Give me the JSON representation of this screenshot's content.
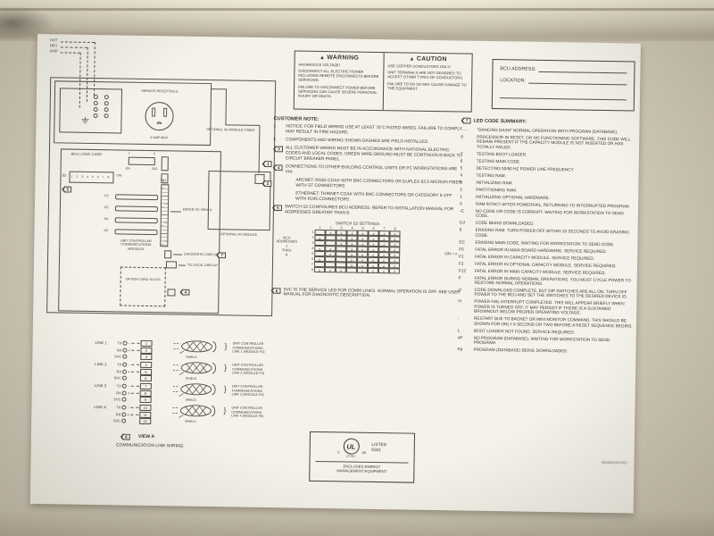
{
  "part_number": "X50000203 R03",
  "warning": {
    "icon_glyph": "▲",
    "title": "WARNING",
    "lines": [
      "HAZARDOUS VOLTAGE!",
      "DISCONNECT ALL ELECTRIC POWER INCLUDING REMOTE DISCONNECTS BEFORE SERVICING.",
      "FAILURE TO DISCONNECT POWER BEFORE SERVICING CAN CAUSE SEVERE PERSONAL INJURY OR DEATH."
    ]
  },
  "caution": {
    "icon_glyph": "▲",
    "title": "CAUTION",
    "lines": [
      "USE COPPER CONDUCTORS ONLY!",
      "UNIT TERMINALS ARE NOT DESIGNED TO ACCEPT OTHER TYPES OF CONDUCTORS.",
      "FAILURE TO DO SO MAY CAUSE DAMAGE TO THE EQUIPMENT."
    ]
  },
  "address_box": {
    "bcu_label": "BCU ADDRESS:",
    "location_label": "LOCATION:"
  },
  "diagram": {
    "hot": "HOT",
    "neu": "NEU",
    "gnd": "GND",
    "service_receptacle": "SERVICE RECEPTACLE",
    "amp_max": "4 AMP MAX",
    "io_cable": "OPTIONAL I/O MODULE CABLE",
    "io_module": "OPTIONAL I/O MODULE",
    "logic_card": "BCU LOGIC CARD",
    "s1": {
      "d1": "1",
      "d6": "6",
      "on": "ON",
      "off": "OFF"
    },
    "s2": {
      "name": "S2",
      "digits": "1 2 3 4 5 6 7 8",
      "on": "↑ON"
    },
    "p2": "P2",
    "p3": "P3",
    "p4": "P4",
    "p5": "P5",
    "modules_caption": "UNIT CONTROLLER COMMUNICATIONS MODULES",
    "tb2": "TB2",
    "refer": "REFER TO VIEW A",
    "diag_display": "DIAGNOSTIC DISPLAY",
    "local_display": "TO LOCAL DISPLAY",
    "option_slots": "OPTION CARD SLOTS",
    "markers": {
      "m1": "1",
      "m2": "2",
      "m4": "4",
      "m5": "5",
      "m7": "7"
    }
  },
  "customer_note": {
    "title": "CUSTOMER NOTE:",
    "note1_num": "1.",
    "note1": "NOTICE: FOR FIELD WIRING USE AT LEAST 75°C RATED WIRES. FAILURE TO COMPLY MAY RESULT IN FIRE HAZARD.",
    "note2_num": "2.",
    "note2": "COMPONENTS AND WIRING SHOWN DASHED ARE FIELD INSTALLED.",
    "note3_num": "3",
    "note3": "ALL CUSTOMER WIRING MUST BE IN ACCORDANCE WITH NATIONAL ELECTRIC CODES AND LOCAL CODES. GREEN WIRE GROUND MUST BE CONTINUOUS BACK TO CIRCUIT BREAKER PANEL.",
    "note4_num": "4",
    "note4": "CONNECTIONS TO OTHER BUILDING CONTROL UNITS OR PC WORKSTATIONS ARE VIA:",
    "arcnet": "ARCNET: RG62 COAX WITH BNC CONNECTORS OR DUPLEX 62.5 MICRON FIBER WITH ST CONNECTORS",
    "ethernet": "ETHERNET: THINNET COAX WITH BNC CONNECTORS OR CATEGORY 5 UTP WITH RJ45 CONNECTORS",
    "note5_num": "5",
    "note5": "SWITCH S2 CONFIGURES BCU ADDRESS. REFER TO INSTALLATION MANUAL FOR ADDRESSES GREATER THAN 8.",
    "note6_num": "6",
    "note6": "SVC IS THE SERVICE LED FOR COMM LINKS. NORMAL OPERATION IS OFF. SEE USER MANUAL FOR DIAGNOSTIC DESCRIPTION.",
    "switch_table": {
      "title": "SWITCH S2 SETTINGS",
      "cols": [
        "1",
        "2",
        "3",
        "4",
        "5",
        "6",
        "7",
        "8"
      ],
      "side_label": [
        "BCU",
        "ADDRESSES",
        "1",
        "THRU",
        "8"
      ],
      "on_note": "ON = x",
      "rows": [
        [
          "1",
          "",
          "x",
          "x",
          "x",
          "x",
          "x",
          "x",
          "x"
        ],
        [
          "2",
          "x",
          "",
          "x",
          "x",
          "x",
          "x",
          "x",
          "x"
        ],
        [
          "3",
          "",
          "",
          "x",
          "x",
          "x",
          "x",
          "x",
          "x"
        ],
        [
          "4",
          "x",
          "x",
          "",
          "x",
          "x",
          "x",
          "x",
          "x"
        ],
        [
          "5",
          "",
          "x",
          "",
          "x",
          "x",
          "x",
          "x",
          "x"
        ],
        [
          "6",
          "x",
          "",
          "",
          "x",
          "x",
          "x",
          "x",
          "x"
        ],
        [
          "7",
          "",
          "",
          "",
          "x",
          "x",
          "x",
          "x",
          "x"
        ],
        [
          "8",
          "x",
          "x",
          "x",
          "",
          "x",
          "x",
          "x",
          "x"
        ]
      ]
    }
  },
  "led_summary": {
    "marker": "7",
    "title": "LED CODE SUMMARY:",
    "entries": [
      {
        "code": "- - -",
        "text": "\"DANCING DASH\" NORMAL OPERATION WITH PROGRAM (DATABASE)."
      },
      {
        "code": "8",
        "text": "PROCESSOR IN RESET, OR NO FUNCTIONING SOFTWARE. THIS CODE WILL REMAIN PRESENT IF THE CAPACITY MODULE IS NOT INSERTED OR HAS TOTALLY FAILED."
      },
      {
        "code": "7",
        "text": "TESTING BOOT LOADER."
      },
      {
        "code": "6",
        "text": "TESTING MAIN CODE."
      },
      {
        "code": "5",
        "text": "DETECTING 50/60 HZ POWER LINE FREQUENCY."
      },
      {
        "code": "4",
        "text": "TESTING RAM."
      },
      {
        "code": "3",
        "text": "INITIALIZING RAM."
      },
      {
        "code": "2",
        "text": "PARTITIONING RAM."
      },
      {
        "code": "1",
        "text": "INITIALIZING OPTIONAL HARDWARE."
      },
      {
        "code": "0",
        "text": "RAM INTACT AFTER POWERFAIL, RETURNING TO INTERRUPTED PROGRAM."
      },
      {
        "code": "-C",
        "text": "NO CODE OR CODE IS CORRUPT. WAITING FOR WORKSTATION TO SEND CODE."
      },
      {
        "code": "Cd",
        "text": "CODE BEING DOWNLOADED."
      },
      {
        "code": "E",
        "text": "ERASING RAM. TURN POWER OFF WITHIN 10 SECONDS TO AVOID ERASING CODE."
      },
      {
        "code": "EC",
        "text": "ERASING MAIN CODE. WAITING FOR WORKSTATION TO SEND CODE."
      },
      {
        "code": "F0",
        "text": "FATAL ERROR IN MAIN BOARD HARDWARE. SERVICE REQUIRED."
      },
      {
        "code": "F1",
        "text": "FATAL ERROR IN CAPACITY MODULE. SERVICE REQUIRED."
      },
      {
        "code": "F2",
        "text": "FATAL ERROR IN OPTIONAL CAPACITY MODULE. SERVICE REQUIRED."
      },
      {
        "code": "F12",
        "text": "FATAL ERROR IN MAIN CAPACITY MODULE. SERVICE REQUIRED."
      },
      {
        "code": "F",
        "text": "FATAL ERROR DURING NORMAL OPERATIONS. YOU MUST CYCLE POWER TO RESTORE NORMAL OPERATIONS."
      },
      {
        "code": "U",
        "text": "CODE DOWNLOAD COMPLETE, BUT DIP SWITCHES ARE ALL ON. TURN OFF POWER TO THE BCU AND SET THE SWITCHES TO THE DESIRED DEVICE ID."
      },
      {
        "code": "H",
        "text": "POWER FAIL INTERRUPT COMPLETED. THIS WILL APPEAR BRIEFLY WHEN POWER IS TURNED OFF. IT MAY PERSIST IF THERE IS A SUSTAINED BROWNOUT BELOW PROPER OPERATING VOLTAGE."
      },
      {
        "code": "-",
        "text": "RESTART DUE TO BACNET OR MINI MONITOR COMMAND. THIS SHOULD BE SHOWN FOR ONLY A SECOND OR TWO BEFORE A RESET SEQUENCE BEGINS."
      },
      {
        "code": "L",
        "text": "BOOT LOADER NOT FOUND. SERVICE REQUIRED."
      },
      {
        "code": "nP",
        "text": "NO PROGRAM (DATABASE). WAITING FOR WORKSTATION TO SEND PROGRAM."
      },
      {
        "code": "Pd",
        "text": "PROGRAM (DATABASE) BEING DOWNLOADED."
      }
    ]
  },
  "links": {
    "row_labels": {
      "tx": "TX",
      "rx": "RX",
      "svc": "SVC",
      "shield": "SHIELD",
      "minus": "-",
      "plus": "+"
    },
    "items": [
      {
        "name": "LINK 1",
        "t1": "1",
        "t2": "2",
        "t3": "3",
        "l1": "UNIT CONTROLLER",
        "l2": "COMMUNICATIONS",
        "l3": "LINK 1  (MODULE P2)"
      },
      {
        "name": "LINK 2",
        "t1": "4",
        "t2": "5",
        "t3": "6",
        "l1": "UNIT CONTROLLER",
        "l2": "COMMUNICATIONS",
        "l3": "LINK 2  (MODULE P3)"
      },
      {
        "name": "LINK 3",
        "t1": "7",
        "t2": "8",
        "t3": "9",
        "l1": "UNIT CONTROLLER",
        "l2": "COMMUNICATIONS",
        "l3": "LINK 3  (MODULE P4)"
      },
      {
        "name": "LINK 4",
        "t1": "10",
        "t2": "11",
        "t3": "12",
        "l1": "UNIT CONTROLLER",
        "l2": "COMMUNICATIONS",
        "l3": "LINK 4  (MODULE P5)"
      }
    ],
    "view_marker": "6",
    "view_a": "VIEW A",
    "caption": "COMMUNICATION LINK WIRING"
  },
  "ul_mark": {
    "c": "c",
    "logo": "UL",
    "us": "us",
    "word": "LISTED",
    "listed": "LISTED",
    "number": "9341",
    "desc1": "ENCLOSED ENERGY",
    "desc2": "MANAGEMENT EQUIPMENT"
  }
}
